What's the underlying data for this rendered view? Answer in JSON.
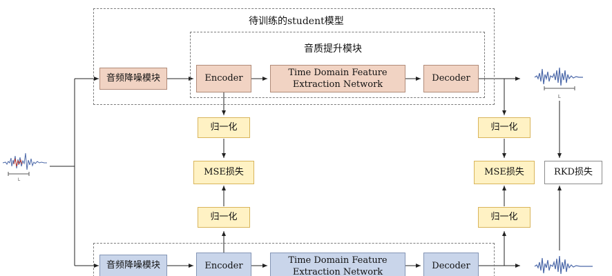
{
  "student_group_label": "待训练的student模型",
  "quality_group_label": "音质提升模块",
  "student_row": {
    "denoise": "音频降噪模块",
    "encoder": "Encoder",
    "tfe_line1": "Time Domain Feature",
    "tfe_line2": "Extraction Network",
    "decoder": "Decoder"
  },
  "teacher_row": {
    "denoise": "音频降噪模块",
    "encoder": "Encoder",
    "tfe_line1": "Time Domain Feature",
    "tfe_line2": "Extraction Network",
    "decoder": "Decoder"
  },
  "normalize": "归一化",
  "mse_loss": "MSE损失",
  "rkd_loss": "RKD损失",
  "length_label": "L",
  "colors": {
    "student_fill": "#f1d3c3",
    "teacher_fill": "#c9d5ea",
    "loss_fill": "#fff2c4",
    "waveform": "#4a67a8",
    "waveform_highlight": "#c0392b"
  }
}
